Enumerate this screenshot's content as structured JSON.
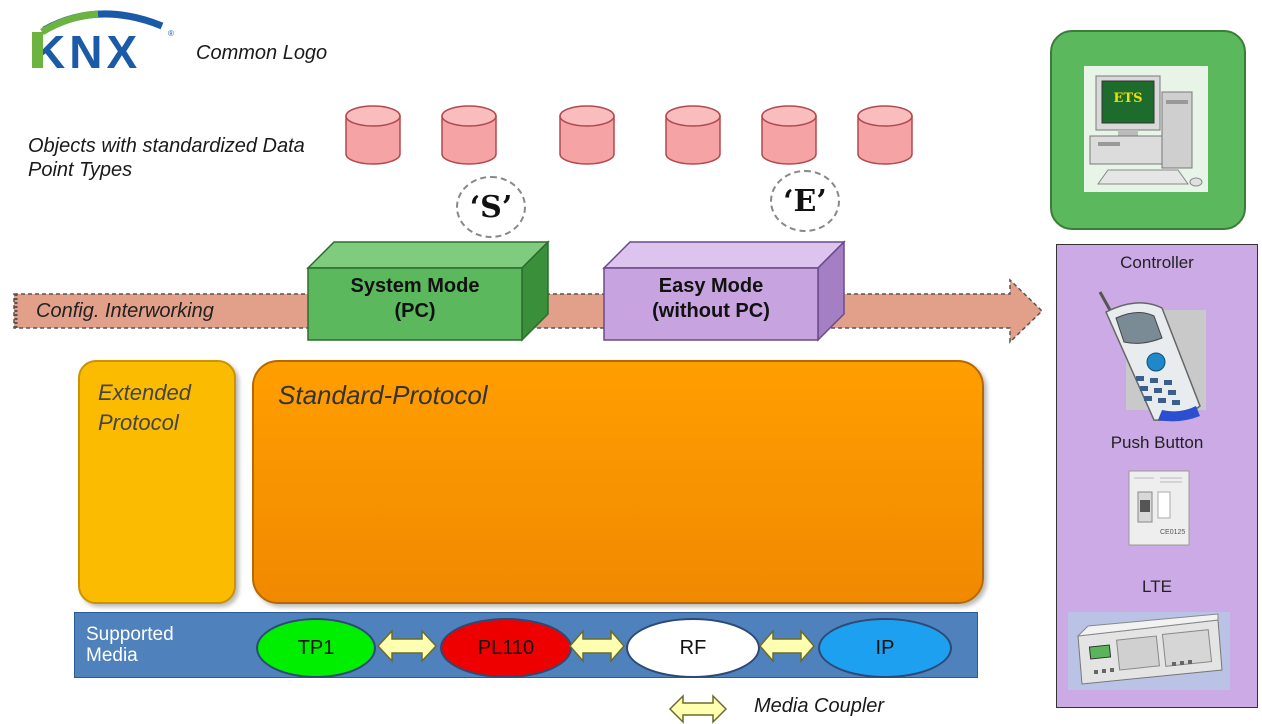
{
  "logo": {
    "text": "KNX",
    "caption": "Common Logo"
  },
  "objects": {
    "label_line1": "Objects with standardized Data",
    "label_line2": "Point Types"
  },
  "modes": {
    "system_badge": "‘S’",
    "easy_badge": "‘E’",
    "system_line1": "System Mode",
    "system_line2": "(PC)",
    "easy_line1": "Easy Mode",
    "easy_line2": "(without PC)"
  },
  "config_arrow": {
    "label": "Config. Interworking"
  },
  "protocols": {
    "extended_line1": "Extended",
    "extended_line2": "Protocol",
    "standard": "Standard-Protocol"
  },
  "media": {
    "label_line1": "Supported",
    "label_line2": "Media",
    "items": [
      {
        "name": "TP1",
        "color": "#00ee00"
      },
      {
        "name": "PL110",
        "color": "#ee0000"
      },
      {
        "name": "RF",
        "color": "#ffffff"
      },
      {
        "name": "IP",
        "color": "#1ea0f0"
      }
    ],
    "coupler_label": "Media Coupler"
  },
  "ets": {
    "screen_text": "ETS"
  },
  "devices": {
    "controller": "Controller",
    "push_button": "Push Button",
    "lte": "LTE"
  },
  "colors": {
    "knx_green": "#6cb33f",
    "knx_blue": "#1a5aa6",
    "cylinder_fill": "#f6a3a6",
    "system_mode": "#5cb85c",
    "easy_mode": "#c7a4e0",
    "config_arrow": "#e2a08a",
    "coupler_arrow": "#ffffb0"
  }
}
